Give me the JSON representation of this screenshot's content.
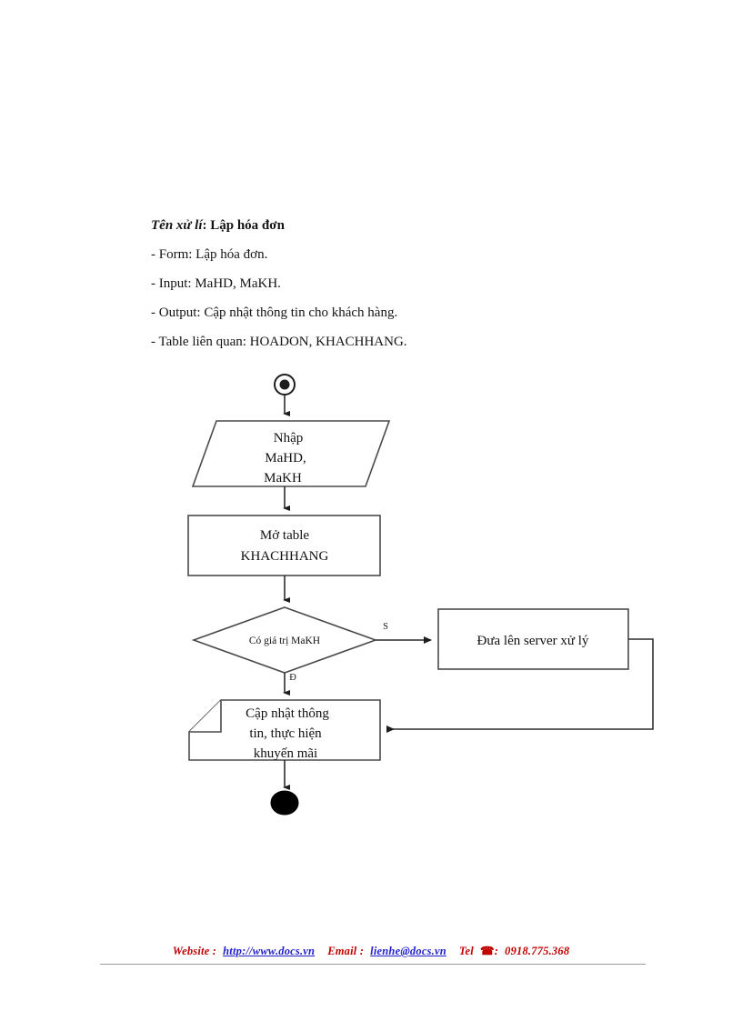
{
  "document": {
    "heading": {
      "label": "Tên xử lí",
      "separator": ": ",
      "value": "Lập hóa đơn"
    },
    "lines": [
      "- Form: Lập hóa đơn.",
      "- Input: MaHD, MaKH.",
      "- Output: Cập nhật thông tin cho khách hàng.",
      "- Table liên quan: HOADON, KHACHHANG."
    ]
  },
  "flowchart": {
    "nodes": {
      "start": "start-node",
      "input": {
        "line1": "Nhập",
        "line2": "MaHD,",
        "line3": "MaKH"
      },
      "open_table": {
        "line1": "Mở table",
        "line2": "KHACHHANG"
      },
      "decision": "Có giá trị MaKH",
      "server": "Đưa lên server xử lý",
      "update": {
        "line1": "Cập nhật thông",
        "line2": "tin, thực hiện",
        "line3": "khuyến mãi"
      },
      "end": "end-node"
    },
    "branch_labels": {
      "yes_right": "S",
      "no_down": "Đ"
    },
    "colors": {
      "shape_stroke": "#4a4a4a",
      "connector": "#2b2b2b",
      "terminator_fill": "#000000",
      "shape_fill": "#ffffff"
    }
  },
  "footer": {
    "website_label": "Website :",
    "website_url": "http://www.docs.vn",
    "email_label": "Email  :",
    "email_address": "lienhe@docs.vn",
    "tel_label": "Tel",
    "phone_icon": "☎",
    "tel_separator": ":",
    "tel_number": "0918.775.368",
    "colors": {
      "label": "#c00000",
      "link": "#2222cc",
      "rule": "#9a9a9a"
    }
  }
}
